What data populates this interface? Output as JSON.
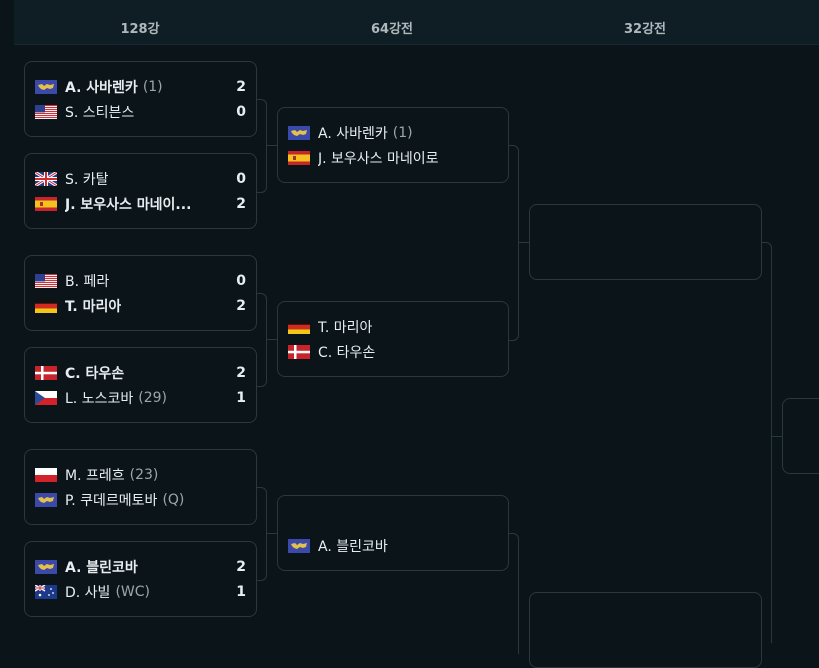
{
  "rounds": {
    "r128": "128강",
    "r64": "64강전",
    "r32": "32강전"
  },
  "r128_matches": [
    {
      "p1": {
        "flag": "neutral",
        "name": "A. 사바렌카",
        "seed": "(1)",
        "score": "2",
        "winner": true
      },
      "p2": {
        "flag": "us",
        "name": "S. 스티븐스",
        "seed": "",
        "score": "0",
        "winner": false
      }
    },
    {
      "p1": {
        "flag": "gb",
        "name": "S. 카탈",
        "seed": "",
        "score": "0",
        "winner": false
      },
      "p2": {
        "flag": "es",
        "name": "J. 보우사스 마네이...",
        "seed": "",
        "score": "2",
        "winner": true
      }
    },
    {
      "p1": {
        "flag": "us",
        "name": "B. 페라",
        "seed": "",
        "score": "0",
        "winner": false
      },
      "p2": {
        "flag": "de",
        "name": "T. 마리아",
        "seed": "",
        "score": "2",
        "winner": true
      }
    },
    {
      "p1": {
        "flag": "dk",
        "name": "C. 타우손",
        "seed": "",
        "score": "2",
        "winner": true
      },
      "p2": {
        "flag": "cz",
        "name": "L. 노스코바",
        "seed": "(29)",
        "score": "1",
        "winner": false
      }
    },
    {
      "p1": {
        "flag": "pl",
        "name": "M. 프레흐",
        "seed": "(23)",
        "score": "",
        "winner": false
      },
      "p2": {
        "flag": "neutral",
        "name": "P. 쿠데르메토바",
        "seed": "(Q)",
        "score": "",
        "winner": false
      }
    },
    {
      "p1": {
        "flag": "neutral",
        "name": "A. 블린코바",
        "seed": "",
        "score": "2",
        "winner": true
      },
      "p2": {
        "flag": "au",
        "name": "D. 사빌",
        "seed": "(WC)",
        "score": "1",
        "winner": false
      }
    }
  ],
  "r64_matches": [
    {
      "p1": {
        "flag": "neutral",
        "name": "A. 사바렌카",
        "seed": "(1)"
      },
      "p2": {
        "flag": "es",
        "name": "J. 보우사스 마네이로",
        "seed": ""
      }
    },
    {
      "p1": {
        "flag": "de",
        "name": "T. 마리아",
        "seed": ""
      },
      "p2": {
        "flag": "dk",
        "name": "C. 타우손",
        "seed": ""
      }
    },
    {
      "p1": null,
      "p2": {
        "flag": "neutral",
        "name": "A. 블린코바",
        "seed": ""
      }
    }
  ]
}
